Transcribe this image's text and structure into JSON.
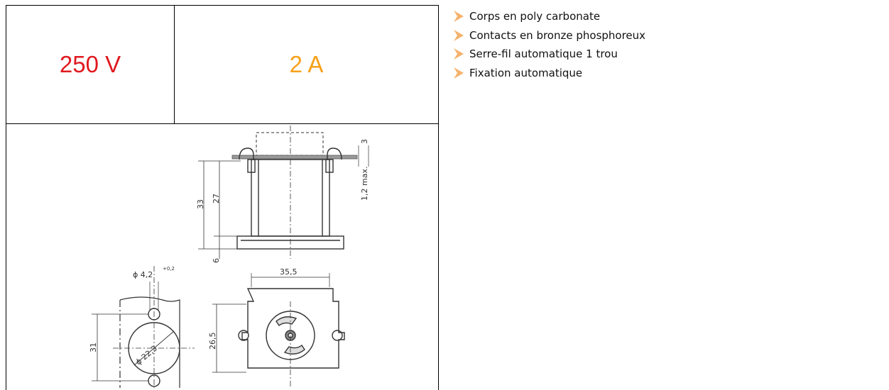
{
  "ratings": {
    "voltage": "250 V",
    "voltage_color": "#e0191f",
    "current": "2 A",
    "current_color": "#f7a11a"
  },
  "drawing": {
    "dims": {
      "top_thickness": "3",
      "max_panel": "1,2 max.",
      "height_total": "33",
      "height_body": "27",
      "base": "6",
      "hole_diameter": "ϕ 4,2",
      "hole_tolerance": "+0,2",
      "spacing": "31",
      "cutout_diameter": "ϕ 22,3",
      "width": "35,5",
      "depth": "26,5"
    }
  },
  "features": {
    "bullet_color": "#f5b26b",
    "items": [
      "Corps en poly carbonate",
      "Contacts en bronze phosphoreux",
      "Serre-fil automatique 1 trou",
      "Fixation automatique"
    ]
  }
}
